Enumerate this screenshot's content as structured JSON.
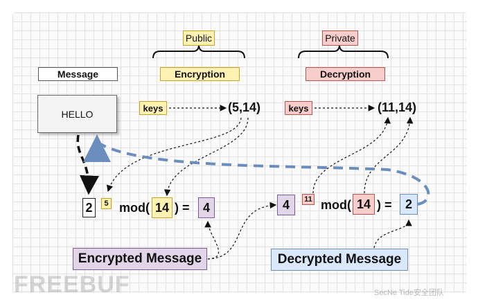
{
  "labels": {
    "public": "Public",
    "private": "Private",
    "message": "Message",
    "encryption": "Encryption",
    "decryption": "Decryption",
    "hello": "HELLO",
    "keys_enc": "keys",
    "keys_dec": "keys",
    "pub_tuple": "(5,14)",
    "priv_tuple": "(11,14)"
  },
  "encrypt_eq": {
    "base": "2",
    "exponent": "5",
    "mod_prefix": "mod(",
    "modulus": "14",
    "suffix": ") =",
    "result": "4"
  },
  "decrypt_eq": {
    "base": "4",
    "exponent": "11",
    "mod_prefix": "mod(",
    "modulus": "14",
    "suffix": ") =",
    "result": "2"
  },
  "captions": {
    "encrypted": "Encrypted Message",
    "decrypted": "Decrypted Message"
  },
  "watermarks": {
    "left": "FREEBUF",
    "right": "SecNe Tide安全团队"
  },
  "colors": {
    "yellow_fill": "#fff2b3",
    "pink_fill": "#f8cecc",
    "purple_fill": "#e1d5e7",
    "blue_fill": "#dae8fc",
    "dashed_blue": "#6c8ebf"
  }
}
